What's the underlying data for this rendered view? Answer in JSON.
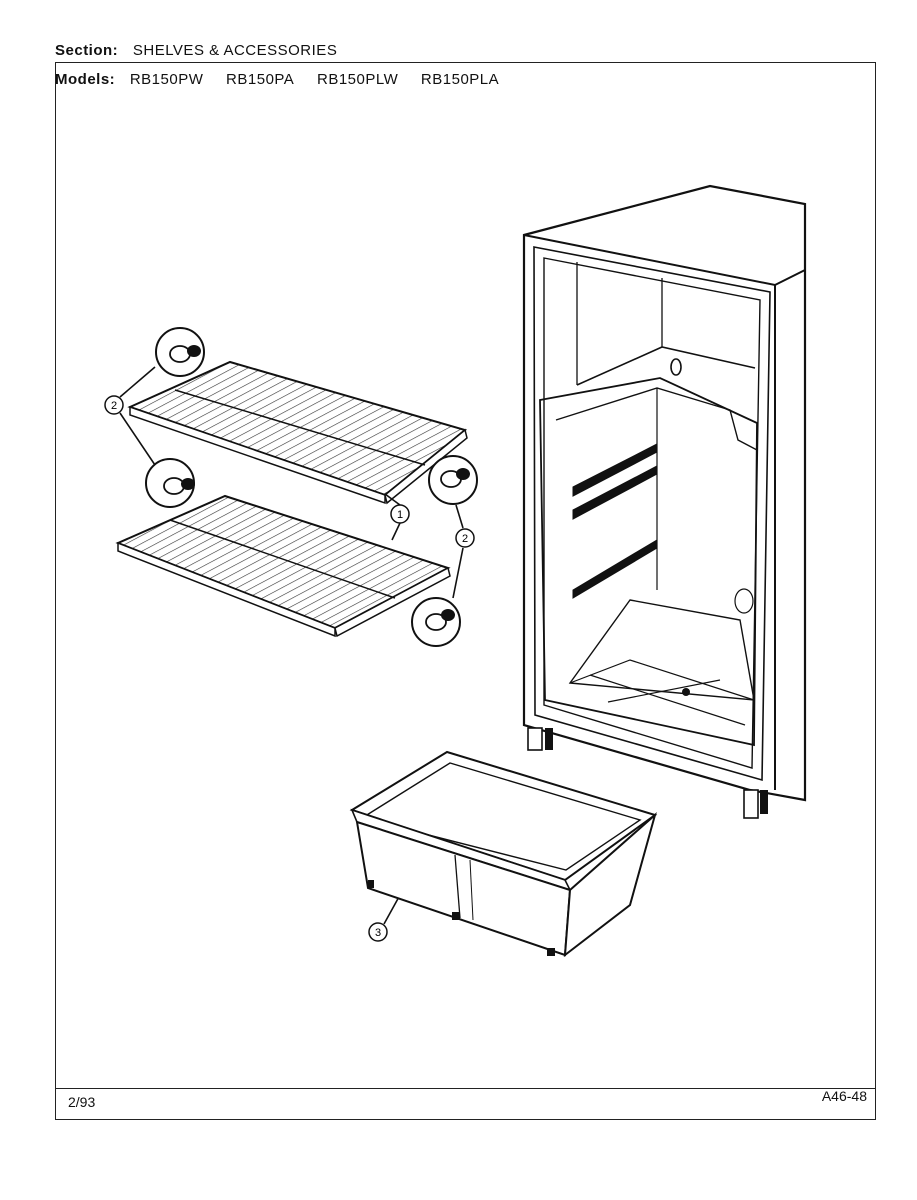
{
  "header": {
    "section_label": "Section:",
    "section_value": "SHELVES & ACCESSORIES",
    "models_label": "Models:",
    "models": [
      "RB150PW",
      "RB150PA",
      "RB150PLW",
      "RB150PLA"
    ]
  },
  "callouts": {
    "shelf": "1",
    "shelf_support": "2",
    "crisper_pan": "3"
  },
  "footer": {
    "date_code": "2/93",
    "page_code": "A46-48"
  }
}
